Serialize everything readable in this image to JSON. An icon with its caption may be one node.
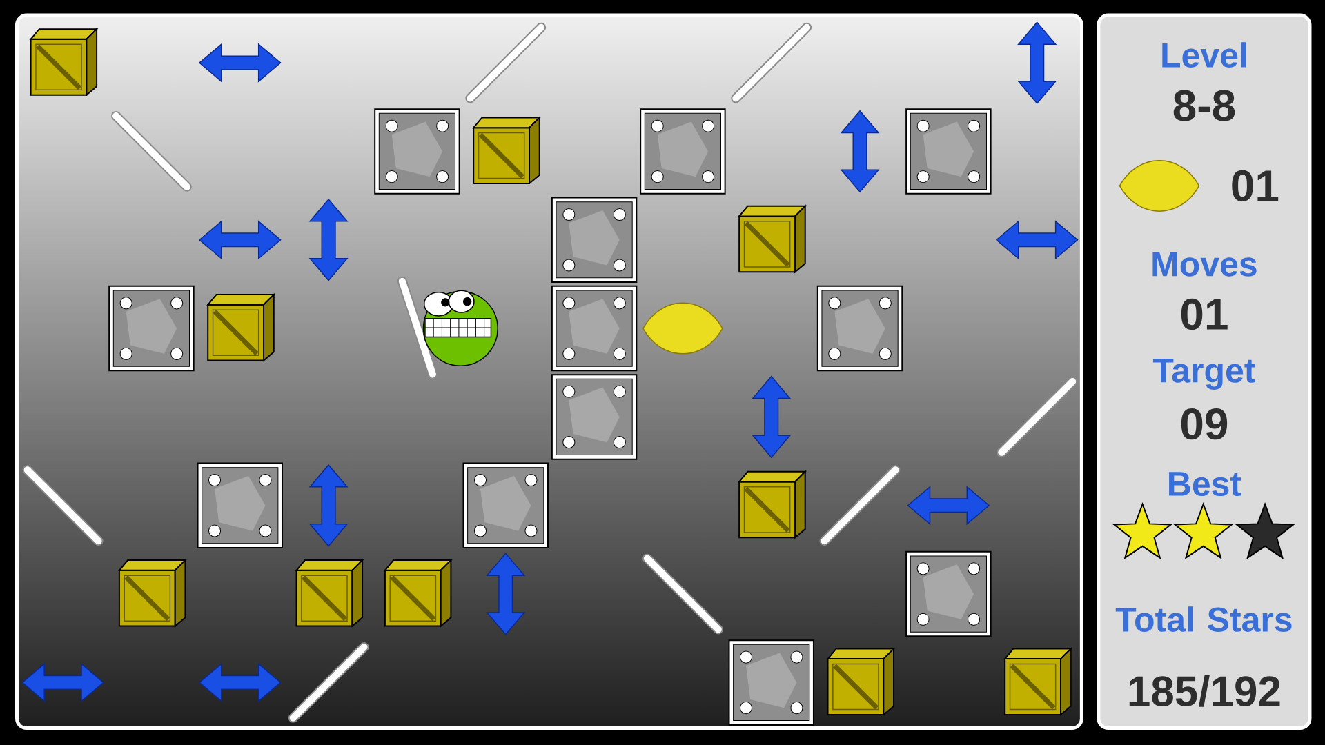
{
  "diagram": {
    "labels": [
      "Level",
      "8-8",
      "01",
      "Moves",
      "01",
      "Target",
      "09",
      "Best",
      "Total Stars",
      "185/192"
    ]
  }
}
